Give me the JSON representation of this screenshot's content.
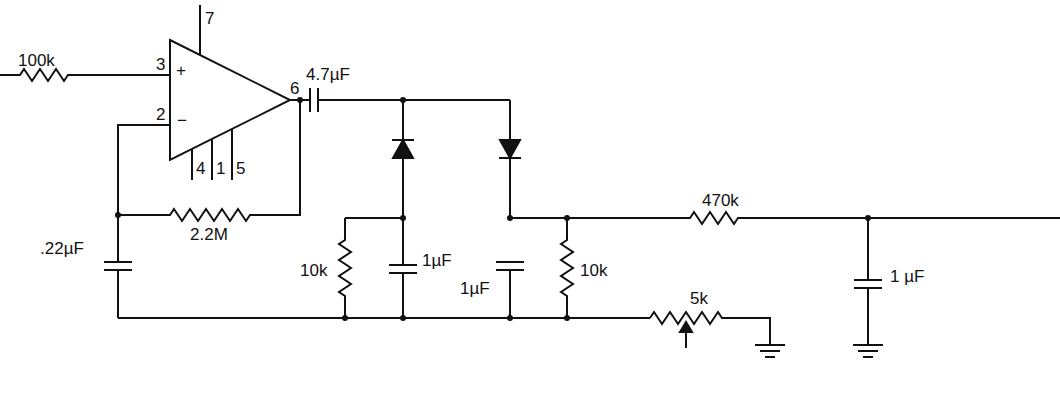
{
  "diagram": {
    "labels": [
      "100k",
      "3",
      "+",
      "−",
      "7",
      "2",
      "6",
      "4",
      "1",
      "5",
      "4.7µF",
      "2.2M",
      ".22µF",
      "10k",
      "1µF",
      "1µF",
      "10k",
      "470k",
      "1 µF",
      "5k"
    ]
  }
}
